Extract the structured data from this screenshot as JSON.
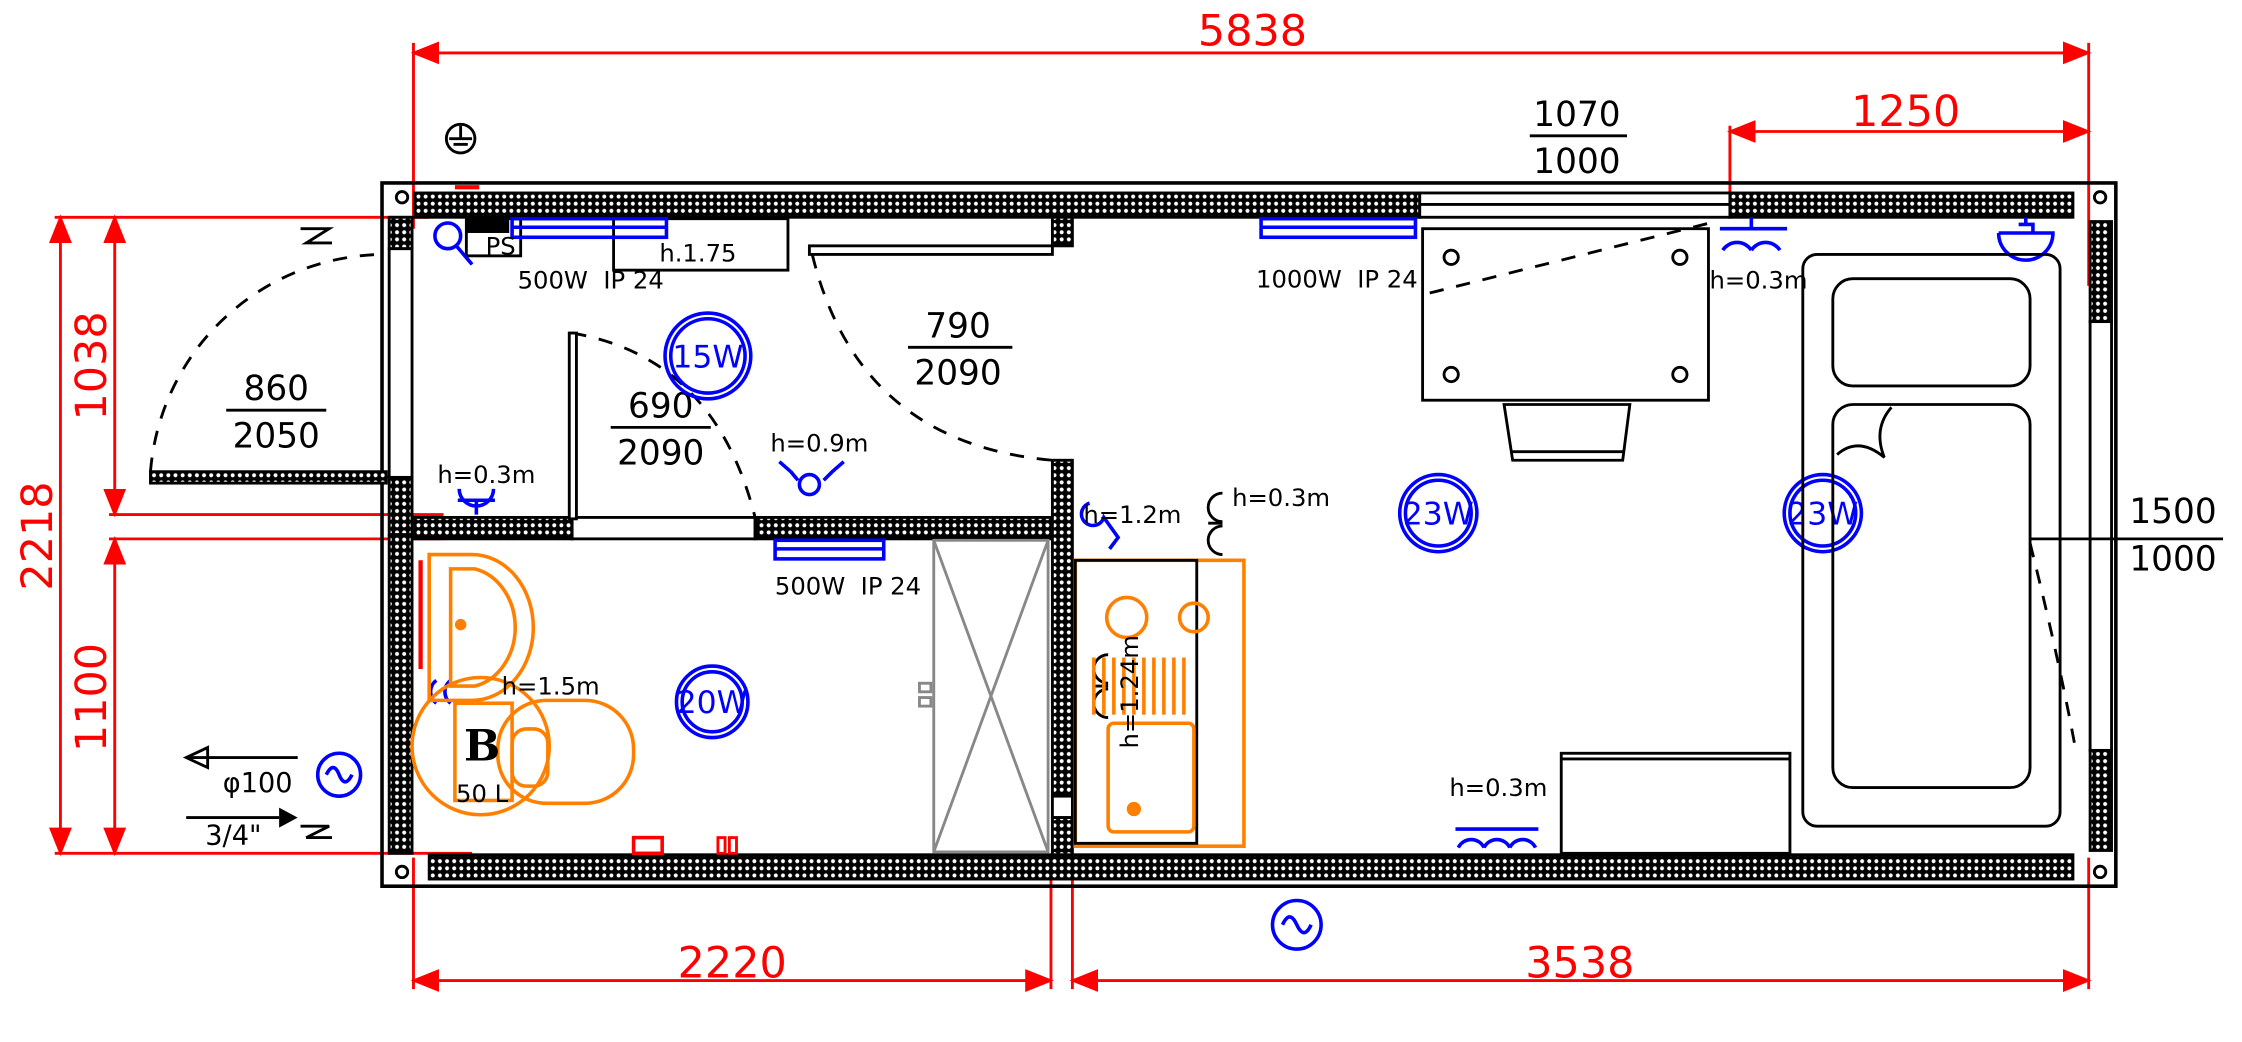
{
  "dimensions": {
    "total_length": "5838",
    "total_width": "2218",
    "right_window_offset": "1250",
    "left_upper": "1038",
    "left_lower": "1100",
    "bottom_left": "2220",
    "bottom_right": "3538"
  },
  "openings": {
    "top_window": {
      "w": "1070",
      "h": "1000"
    },
    "entrance_door": {
      "w": "860",
      "h": "2050"
    },
    "bathroom_door": {
      "w": "690",
      "h": "2090"
    },
    "inner_door": {
      "w": "790",
      "h": "2090"
    },
    "right_window": {
      "w": "1500",
      "h": "1000"
    }
  },
  "labels": {
    "panel": "PS",
    "panel_height": "h.1.75",
    "heater_hall": "500W  IP 24",
    "heater_room": "1000W  IP 24",
    "heater_bath": "500W  IP 24",
    "socket_top_right": "h=0.3m",
    "socket_hall": "h=0.3m",
    "switch_hall": "h=0.9m",
    "switch_kitchen": "h=1.2m",
    "socket_kitchen": "h=0.3m",
    "socket_bath": "h=1.5m",
    "socket_kitchen_vertical": "h=1.24m",
    "socket_bottom": "h=0.3m",
    "boiler": "B",
    "boiler_volume": "50 L",
    "drain": "φ100",
    "water_inlet": "3/4\""
  },
  "lamps": [
    "15W",
    "20W",
    "23W",
    "23W"
  ],
  "colors": {
    "dimension": "#ff0000",
    "electrical": "#0000ff",
    "plumbing": "#ff8000",
    "walls": "#000000"
  }
}
